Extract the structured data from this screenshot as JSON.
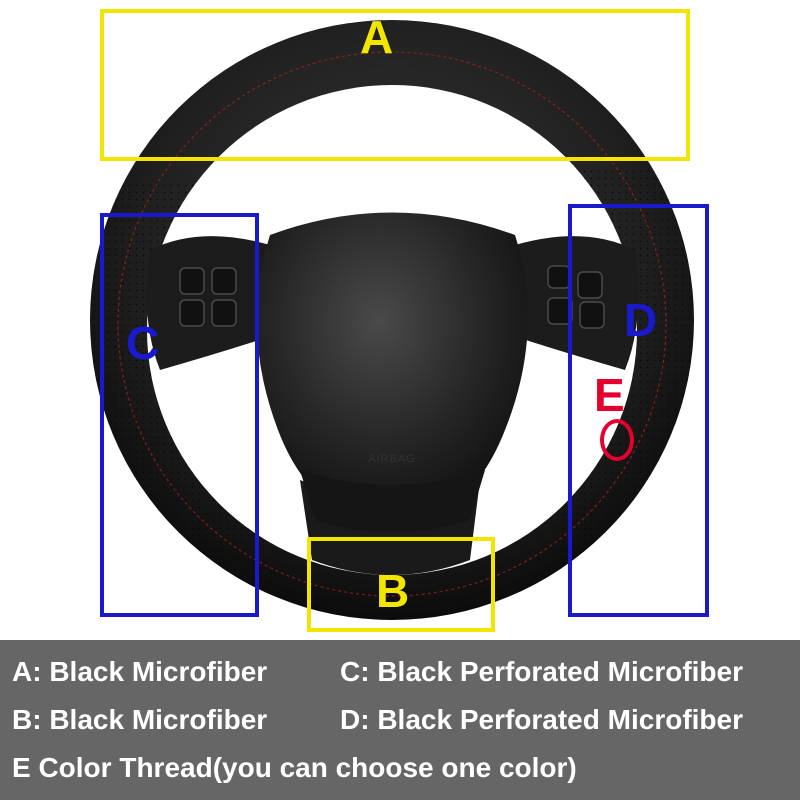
{
  "zones": {
    "a": {
      "letter": "A",
      "color": "#f2e600"
    },
    "b": {
      "letter": "B",
      "color": "#f2e600"
    },
    "c": {
      "letter": "C",
      "color": "#1a1acc"
    },
    "d": {
      "letter": "D",
      "color": "#1a1acc"
    },
    "e": {
      "letter": "E",
      "color": "#e6002e"
    }
  },
  "wheel": {
    "airbag_text": "AIRBAG"
  },
  "legend": {
    "background": "#666666",
    "a": "A: Black Microfiber",
    "b": "B: Black Microfiber",
    "c": "C: Black Perforated Microfiber",
    "d": "D: Black Perforated Microfiber",
    "e": "E  Color Thread(you can choose one color)"
  }
}
